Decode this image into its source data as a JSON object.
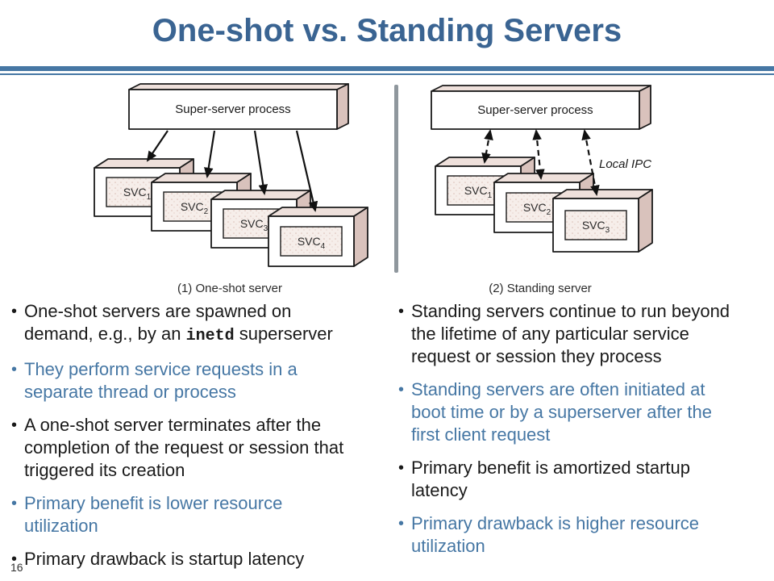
{
  "slide": {
    "title": "One-shot vs. Standing Servers",
    "page_number": "16",
    "bullet_char": "•"
  },
  "colors": {
    "title_blue": "#3a6492",
    "accent_blue": "#4677a4",
    "text_black": "#1a1a1a",
    "divider_gray": "#8f979d",
    "box_top_pink": "#eee0db",
    "box_side_pink": "#d9c2bc"
  },
  "diagrams": {
    "left": {
      "super_label": "Super-server process",
      "caption": "(1) One-shot server",
      "boxes": [
        {
          "prefix": "SVC",
          "sub": "1"
        },
        {
          "prefix": "SVC",
          "sub": "2"
        },
        {
          "prefix": "SVC",
          "sub": "3"
        },
        {
          "prefix": "SVC",
          "sub": "4"
        }
      ]
    },
    "right": {
      "super_label": "Super-server process",
      "caption": "(2) Standing server",
      "ipc_label": "Local IPC",
      "boxes": [
        {
          "prefix": "SVC",
          "sub": "1"
        },
        {
          "prefix": "SVC",
          "sub": "2"
        },
        {
          "prefix": "SVC",
          "sub": "3"
        }
      ]
    }
  },
  "left_bullets": [
    {
      "color": "black",
      "segments": [
        {
          "text": "One-shot servers are spawned on\ndemand, e.g., by an "
        },
        {
          "text": "inetd",
          "style": "mono"
        },
        {
          "text": " superserver"
        }
      ]
    },
    {
      "color": "blue",
      "segments": [
        {
          "text": "They perform service requests in a\nseparate thread or process"
        }
      ]
    },
    {
      "color": "black",
      "segments": [
        {
          "text": "A one-shot server terminates after the\ncompletion of the request or session that\ntriggered its creation"
        }
      ]
    },
    {
      "color": "blue",
      "segments": [
        {
          "text": "Primary benefit is lower resource\nutilization"
        }
      ]
    },
    {
      "color": "black",
      "segments": [
        {
          "text": "Primary drawback is startup latency"
        }
      ]
    }
  ],
  "right_bullets": [
    {
      "color": "black",
      "segments": [
        {
          "text": "Standing servers continue to run beyond\nthe lifetime of any particular service\nrequest or session they process"
        }
      ]
    },
    {
      "color": "blue",
      "segments": [
        {
          "text": "Standing servers are often initiated at\nboot time or by a superserver after the\nfirst client request"
        }
      ]
    },
    {
      "color": "black",
      "segments": [
        {
          "text": "Primary benefit is amortized startup\nlatency"
        }
      ]
    },
    {
      "color": "blue",
      "segments": [
        {
          "text": "Primary drawback is higher resource\nutilization"
        }
      ]
    }
  ]
}
